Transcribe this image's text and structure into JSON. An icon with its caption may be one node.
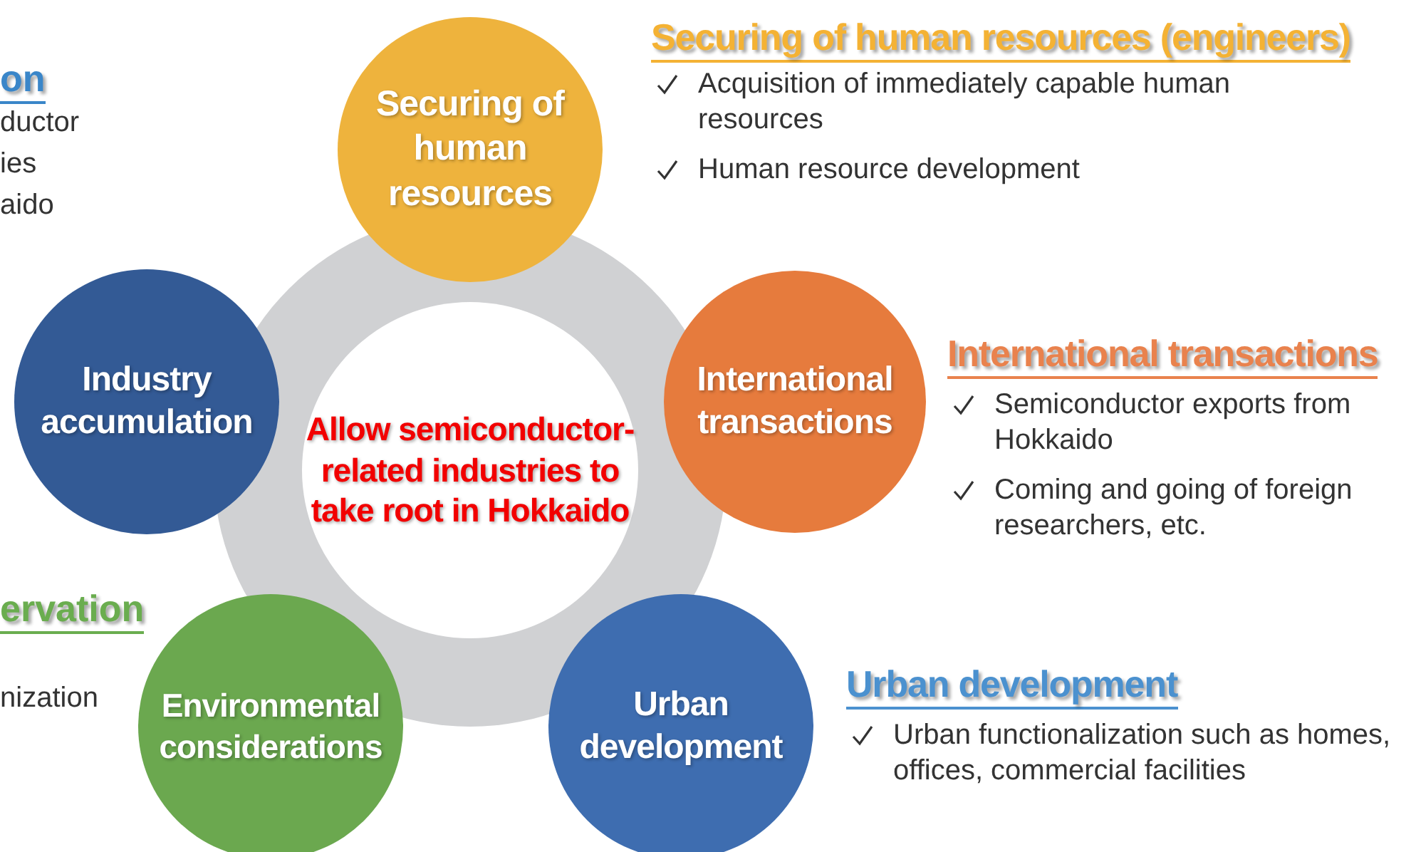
{
  "diagram": {
    "nodes": [
      {
        "text": [
          "Allow semiconductor-related industries to take root in Hokkaido"
        ]
      },
      {
        "text": [
          "Securing of human resources"
        ],
        "beside": [
          "Securing of human resources (engineers)",
          "Acquisition of immediately capable human resources",
          "Human resource development"
        ]
      },
      {
        "text": [
          "International transactions"
        ],
        "beside": [
          "International transactions",
          "Semiconductor exports from Hokkaido",
          "Coming and going of foreign researchers, etc."
        ]
      },
      {
        "text": [
          "Urban development"
        ],
        "beside": [
          "Urban development",
          "Urban functionalization such as homes, offices, commercial facilities"
        ]
      },
      {
        "text": [
          "Environmental considerations"
        ]
      },
      {
        "text": [
          "Industry accumulation"
        ]
      }
    ],
    "labels": [
      "on",
      "ductor",
      "ies",
      "aido",
      "ervation",
      "nization"
    ]
  }
}
